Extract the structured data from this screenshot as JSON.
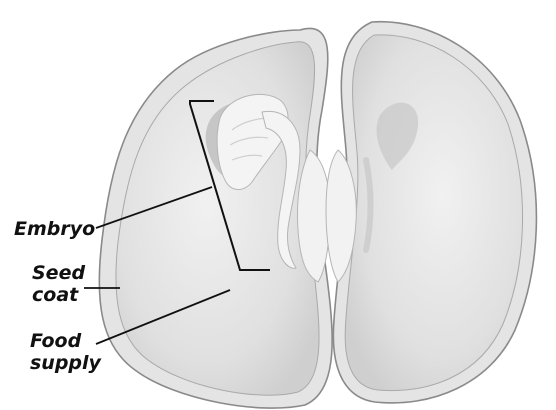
{
  "labels": {
    "embryo": "Embryo",
    "seed_coat_line1": "Seed",
    "seed_coat_line2": "coat",
    "food_supply_line1": "Food",
    "food_supply_line2": "supply"
  },
  "colors": {
    "seed_coat_fill": "#e6e6e6",
    "seed_coat_stroke": "#8a8a8a",
    "cotyledon_fill": "#dcdcdc",
    "embryo_fill": "#f2f2f2",
    "shadow": "#c4c4c4",
    "leader_line": "#111111"
  }
}
